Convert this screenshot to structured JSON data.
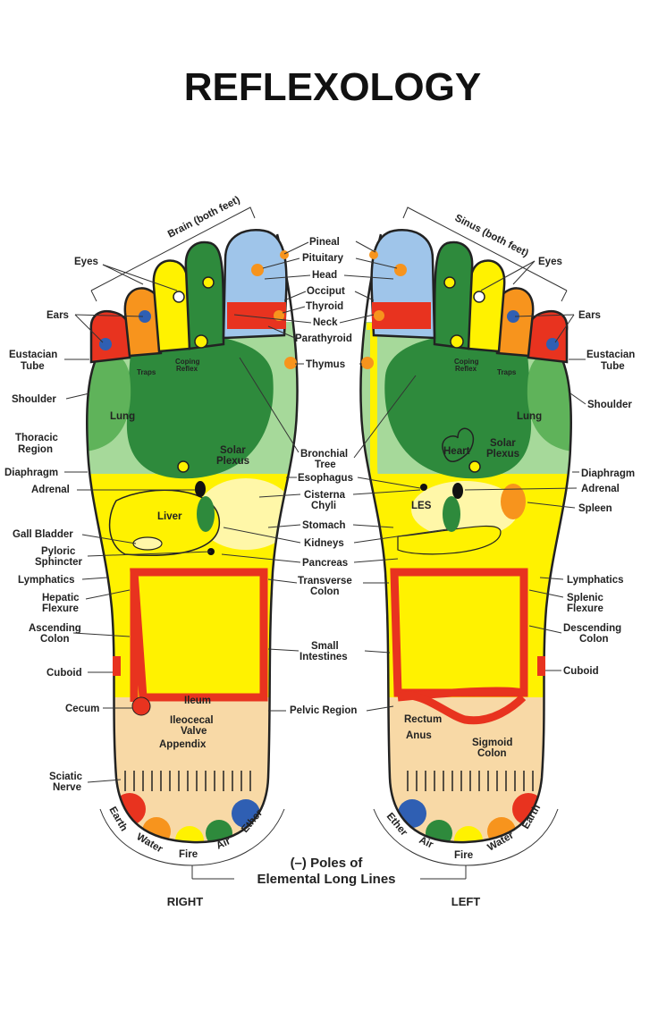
{
  "title": "REFLEXOLOGY",
  "colors": {
    "green_light": "#a6d99a",
    "green_dark": "#2e8a3c",
    "yellow": "#fff200",
    "yellow_pale": "#fff7a8",
    "red": "#e8331f",
    "orange": "#f7941d",
    "blue": "#2f5fb3",
    "blue_light": "#9fc5ea",
    "tan": "#f8d9a6"
  },
  "brackets": {
    "brain": "Brain (both feet)",
    "sinus": "Sinus (both feet)"
  },
  "left_labels": {
    "eyes": "Eyes",
    "ears": "Ears",
    "eustacian_1": "Eustacian",
    "eustacian_2": "Tube",
    "shoulder": "Shoulder",
    "thoracic_1": "Thoracic",
    "thoracic_2": "Region",
    "diaphragm": "Diaphragm",
    "adrenal": "Adrenal",
    "gall_bladder": "Gall Bladder",
    "pyloric_1": "Pyloric",
    "pyloric_2": "Sphincter",
    "lymphatics": "Lymphatics",
    "hepatic_1": "Hepatic",
    "hepatic_2": "Flexure",
    "ascending_1": "Ascending",
    "ascending_2": "Colon",
    "cuboid": "Cuboid",
    "cecum": "Cecum",
    "sciatic_1": "Sciatic",
    "sciatic_2": "Nerve"
  },
  "center_labels": {
    "pineal": "Pineal",
    "pituitary": "Pituitary",
    "head": "Head",
    "occiput": "Occiput",
    "thyroid": "Thyroid",
    "neck": "Neck",
    "parathyroid": "Parathyroid",
    "thymus": "Thymus",
    "bronchial_1": "Bronchial",
    "bronchial_2": "Tree",
    "esophagus": "Esophagus",
    "cisterna_1": "Cisterna",
    "cisterna_2": "Chyli",
    "stomach": "Stomach",
    "kidneys": "Kidneys",
    "pancreas": "Pancreas",
    "transverse_1": "Transverse",
    "transverse_2": "Colon",
    "small_1": "Small",
    "small_2": "Intestines",
    "pelvic": "Pelvic Region"
  },
  "right_labels": {
    "eyes": "Eyes",
    "ears": "Ears",
    "eustacian_1": "Eustacian",
    "eustacian_2": "Tube",
    "shoulder": "Shoulder",
    "diaphragm": "Diaphragm",
    "adrenal": "Adrenal",
    "spleen": "Spleen",
    "lymphatics": "Lymphatics",
    "splenic_1": "Splenic",
    "splenic_2": "Flexure",
    "descending_1": "Descending",
    "descending_2": "Colon",
    "cuboid": "Cuboid"
  },
  "inner_labels": {
    "traps_r": "Traps",
    "coping_r_1": "Coping",
    "coping_r_2": "Reflex",
    "lung_r": "Lung",
    "solar_r_1": "Solar",
    "solar_r_2": "Plexus",
    "liver": "Liver",
    "ileum": "Ileum",
    "ileocecal_1": "Ileocecal",
    "ileocecal_2": "Valve",
    "appendix": "Appendix",
    "traps_l": "Traps",
    "coping_l_1": "Coping",
    "coping_l_2": "Reflex",
    "lung_l": "Lung",
    "heart": "Heart",
    "solar_l_1": "Solar",
    "solar_l_2": "Plexus",
    "les": "LES",
    "rectum": "Rectum",
    "anus": "Anus",
    "sigmoid_1": "Sigmoid",
    "sigmoid_2": "Colon"
  },
  "elements": {
    "earth": "Earth",
    "water": "Water",
    "fire": "Fire",
    "air": "Air",
    "ether": "Ether"
  },
  "poles_1": "(–) Poles of",
  "poles_2": "Elemental Long Lines",
  "foot_right": "RIGHT",
  "foot_left": "LEFT"
}
